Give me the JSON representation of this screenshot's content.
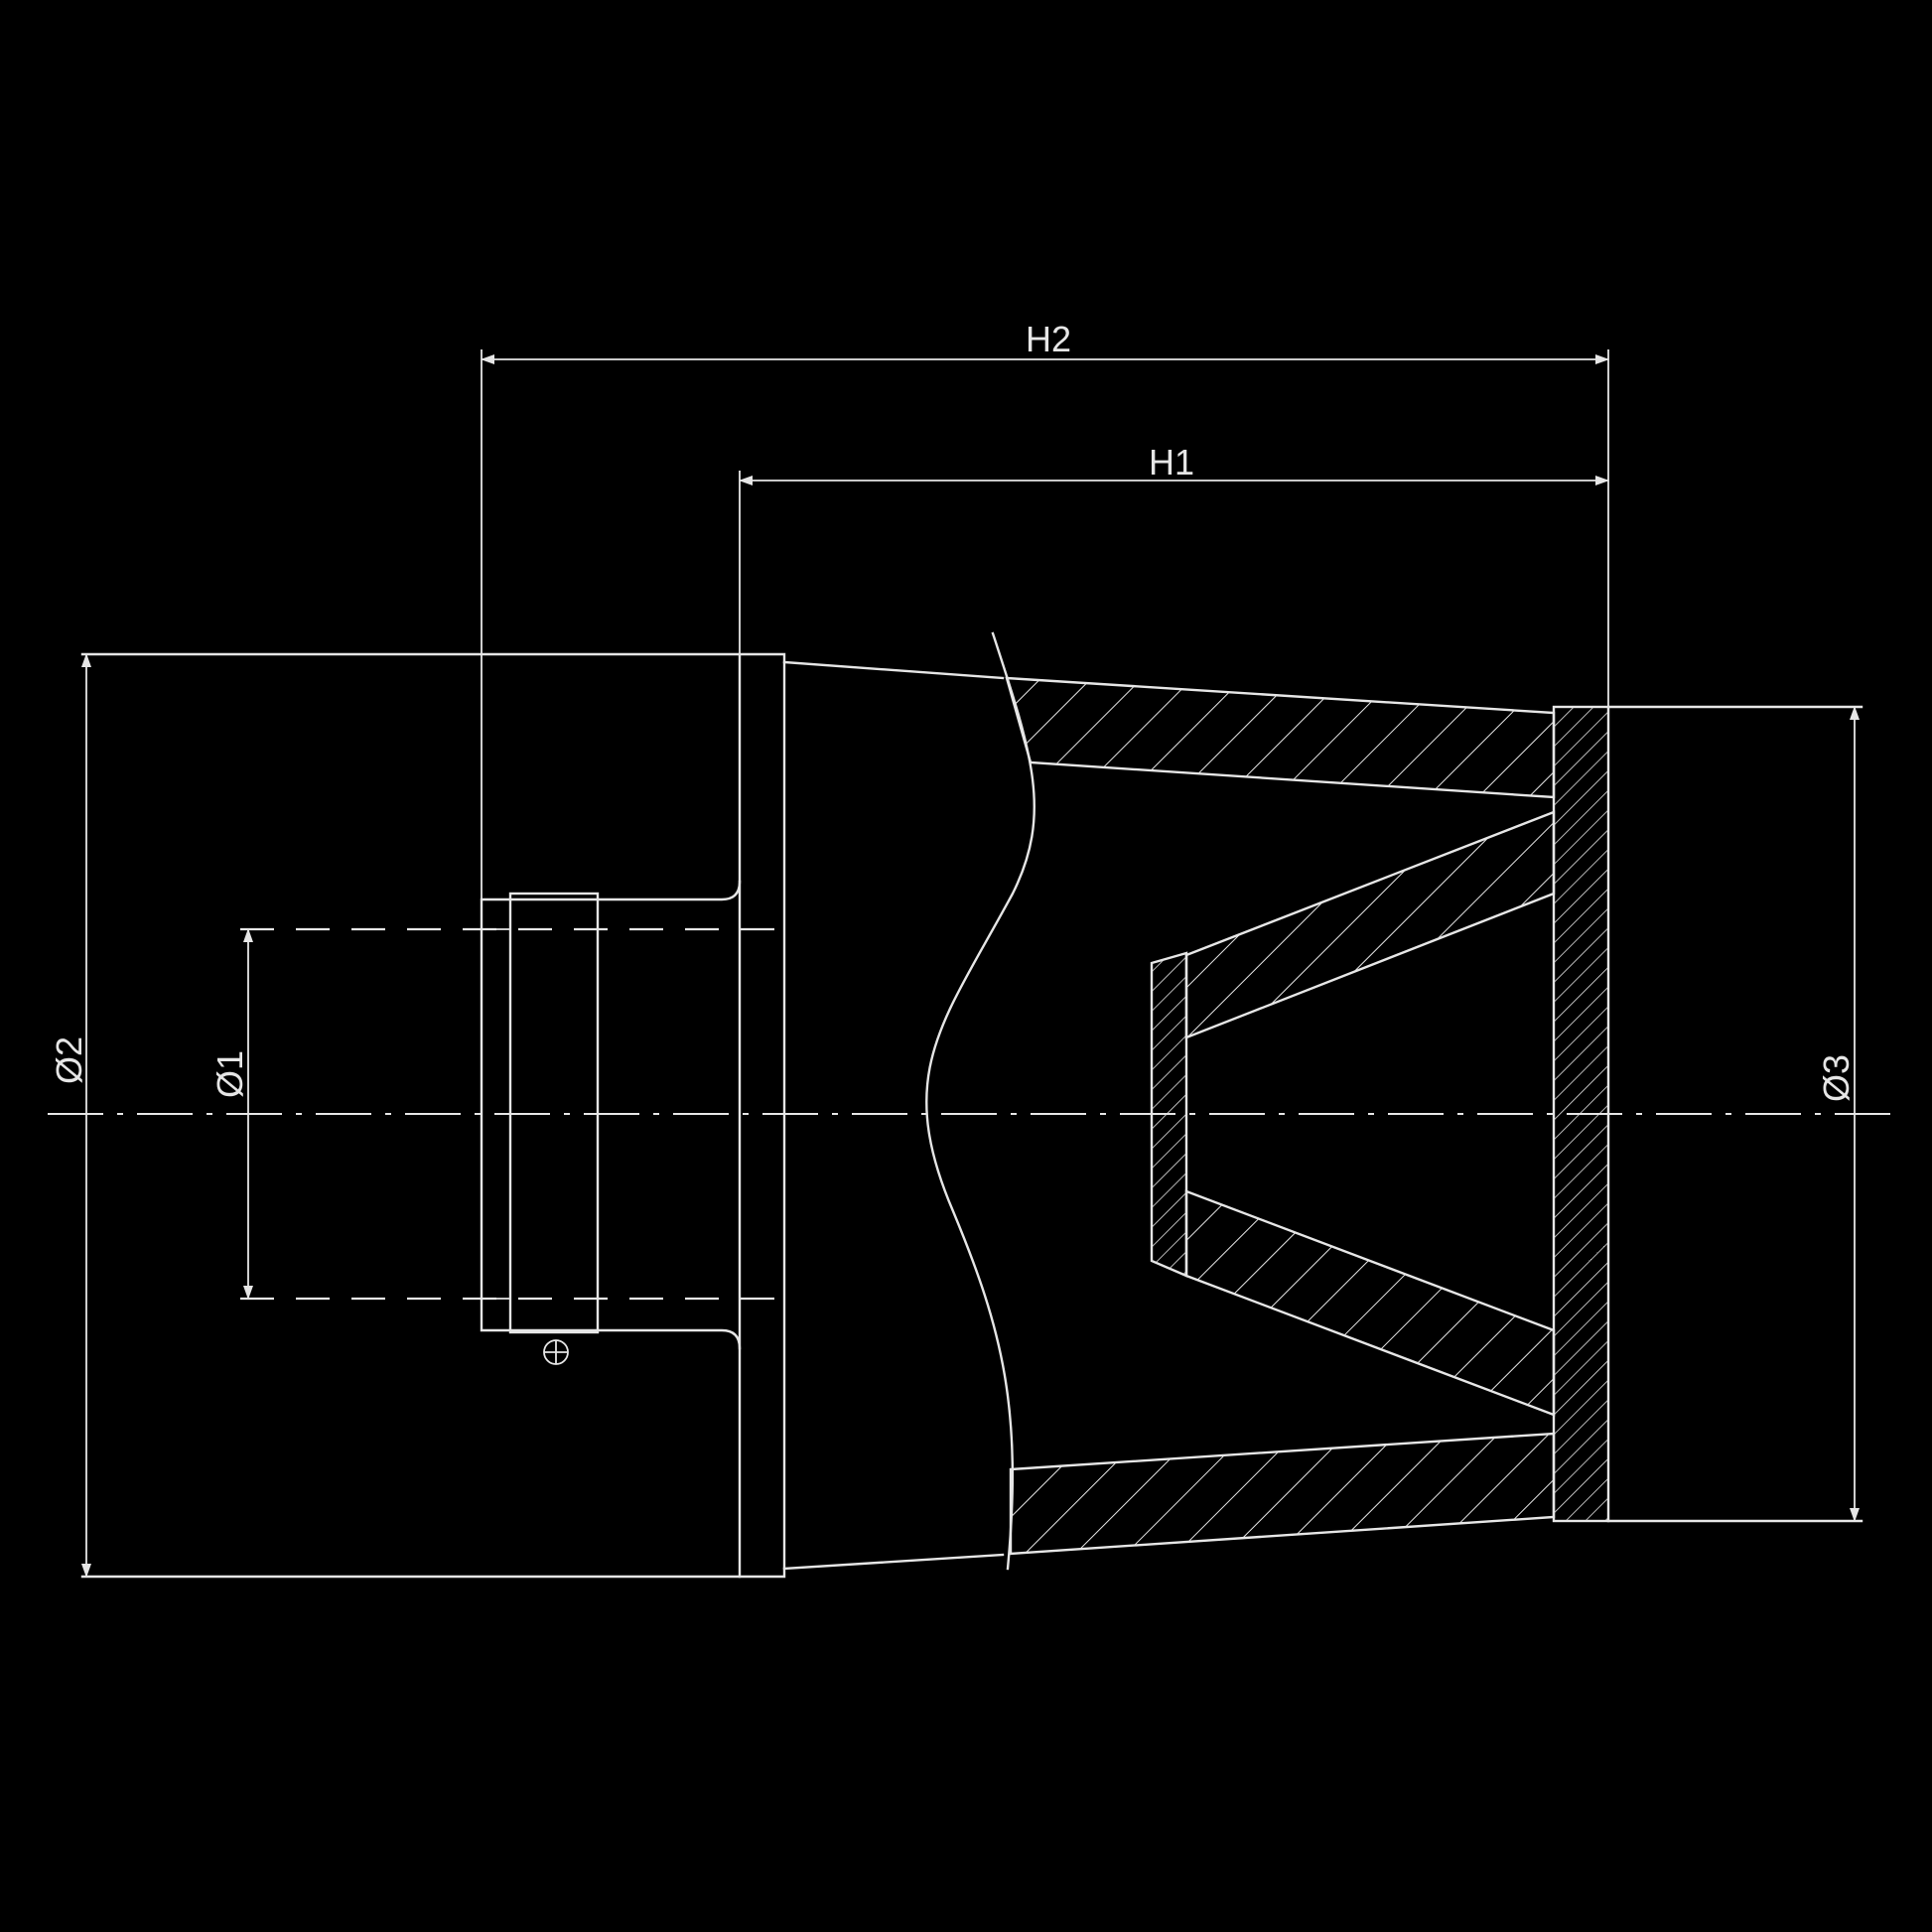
{
  "drawing": {
    "dimensions": {
      "h2": "H2",
      "h1": "H1",
      "d2": "Ø2",
      "d1": "Ø1",
      "d3": "Ø3"
    },
    "colors": {
      "background": "#000000",
      "line": "#e6e6e6"
    }
  }
}
